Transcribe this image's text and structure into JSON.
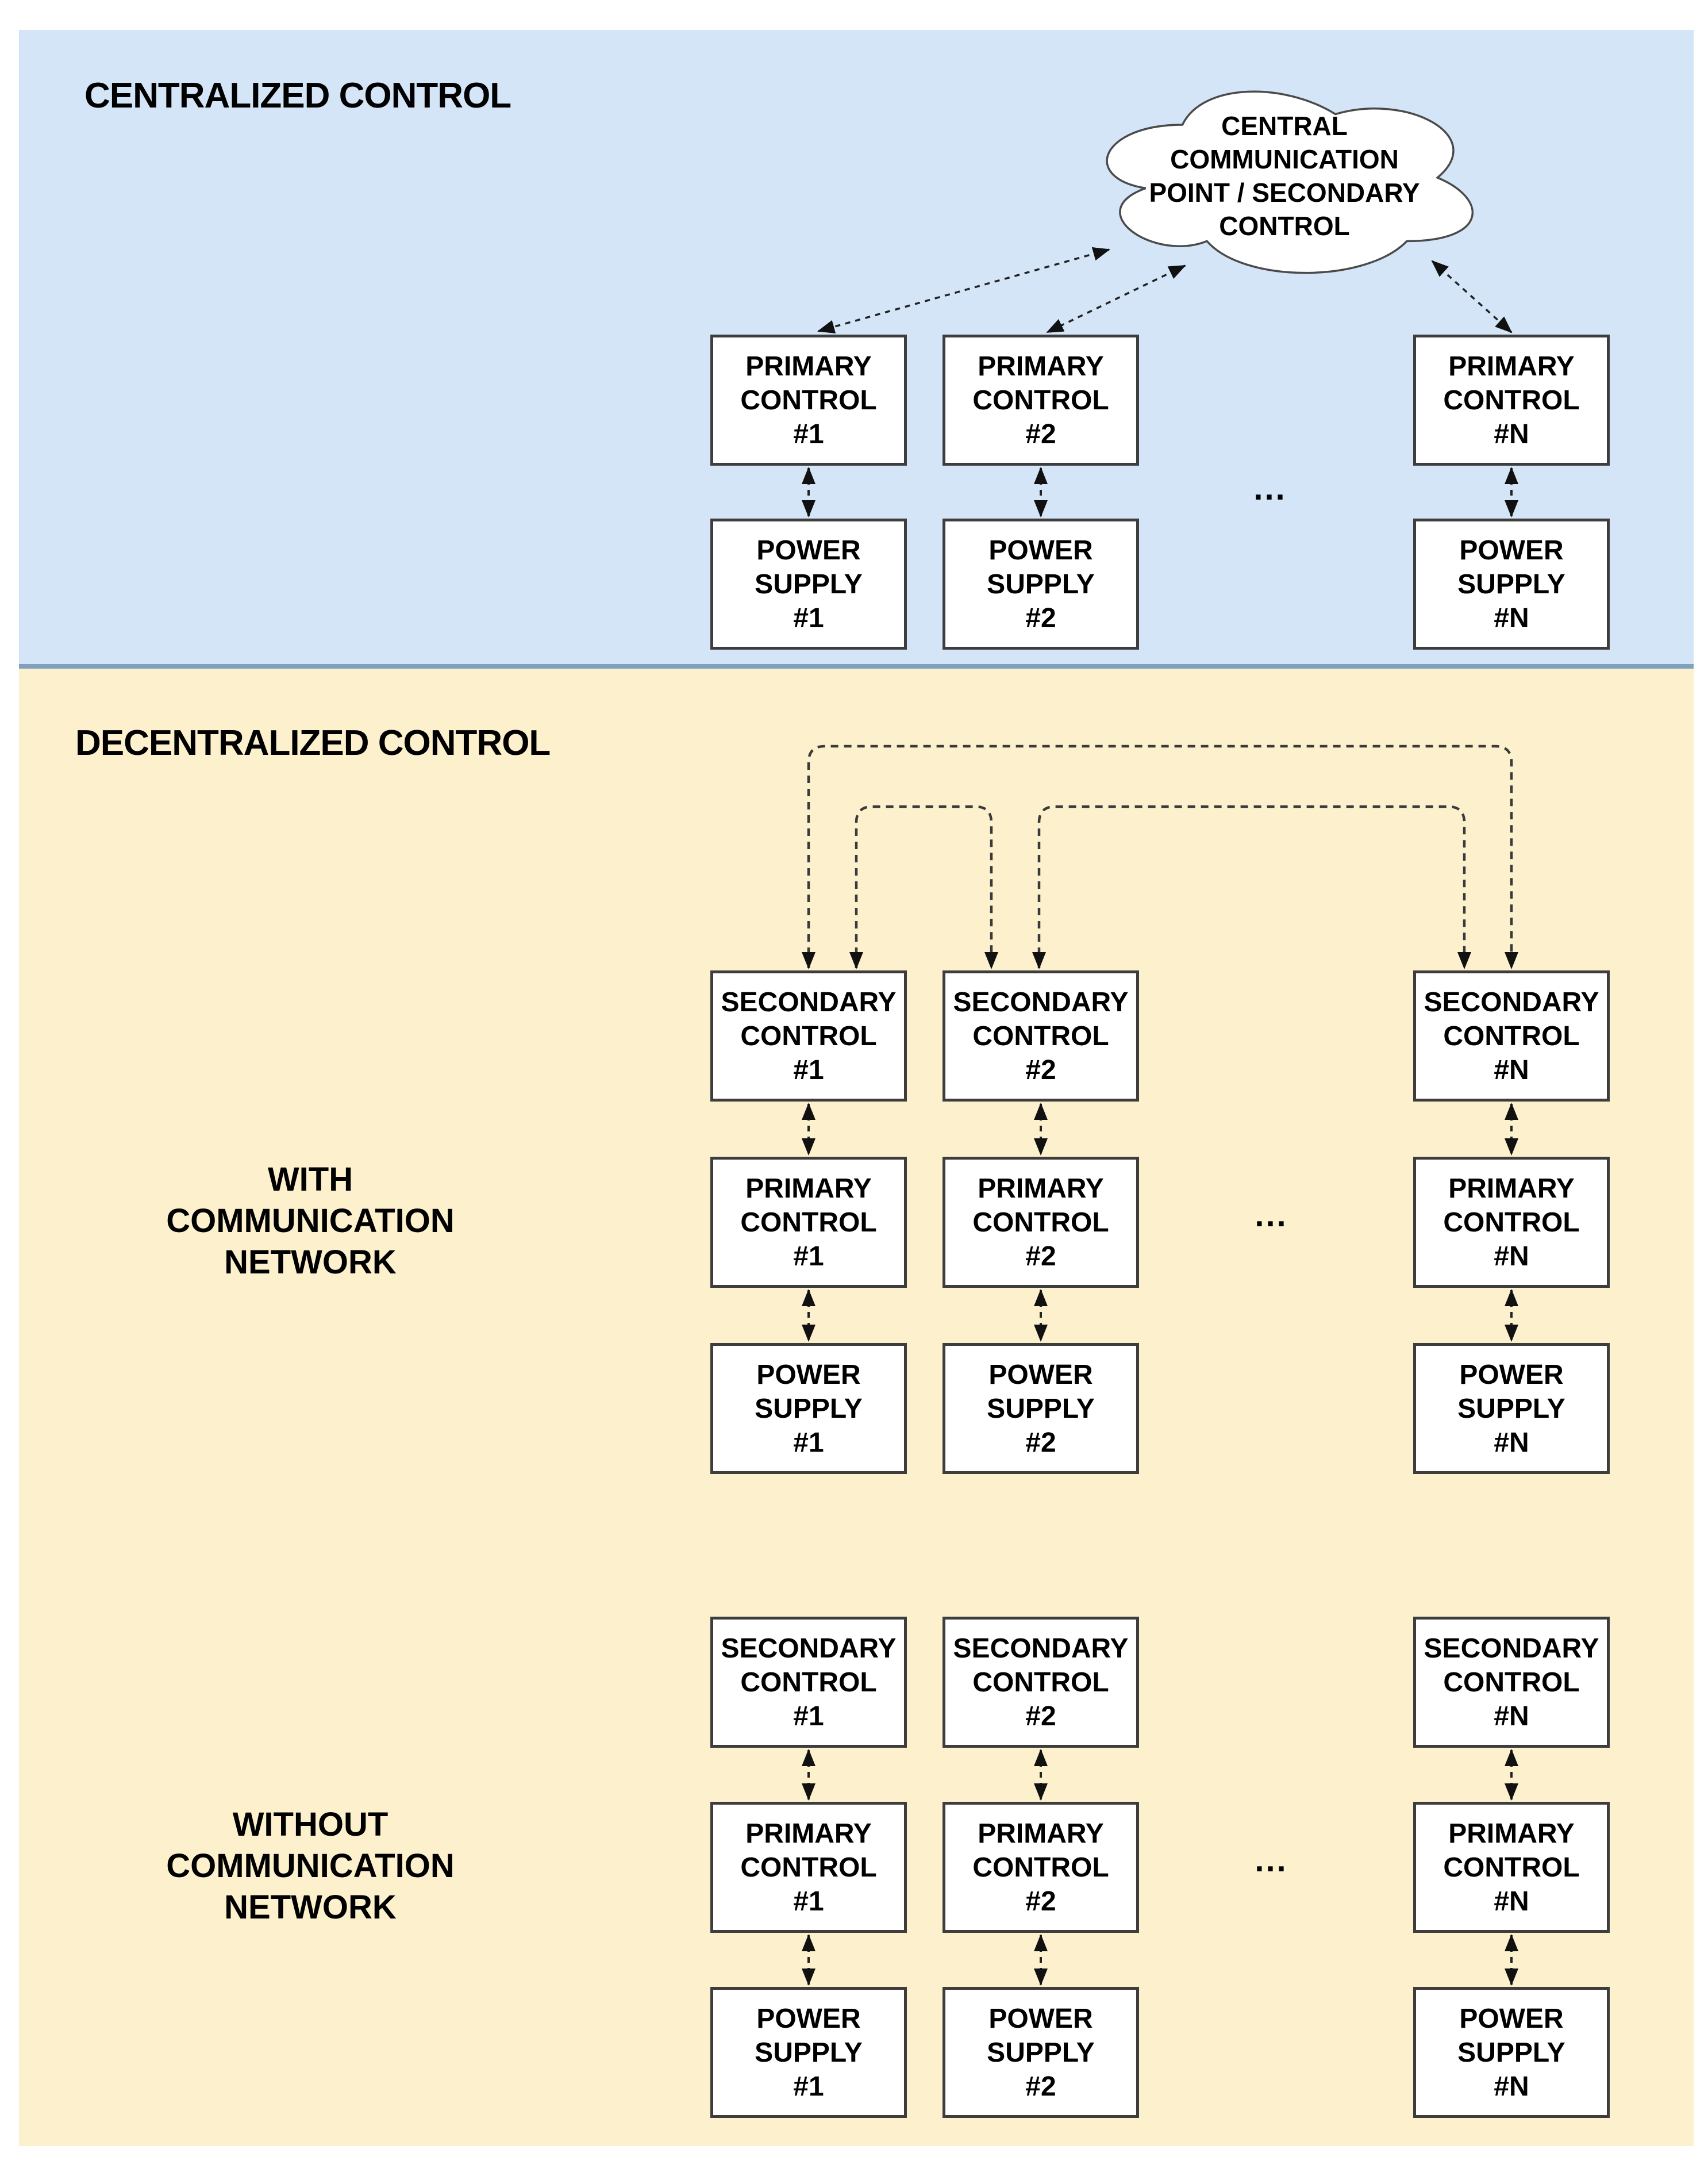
{
  "colors": {
    "centralized_bg": "#d4e5f8",
    "decentralized_bg": "#fcf0cd",
    "divider": "#7fa0bf",
    "box_border": "#3d3d3d",
    "box_fill": "#ffffff",
    "arrow": "#222222",
    "text": "#000000"
  },
  "centralized": {
    "title": "CENTRALIZED CONTROL",
    "cloud": {
      "label": "CENTRAL\nCOMMUNICATION\nPOINT / SECONDARY\nCONTROL"
    },
    "ellipsis": "...",
    "primary_boxes": [
      {
        "label": "PRIMARY\nCONTROL\n#1"
      },
      {
        "label": "PRIMARY\nCONTROL\n#2"
      },
      {
        "label": "PRIMARY\nCONTROL\n#N"
      }
    ],
    "power_boxes": [
      {
        "label": "POWER\nSUPPLY\n#1"
      },
      {
        "label": "POWER\nSUPPLY\n#2"
      },
      {
        "label": "POWER\nSUPPLY\n#N"
      }
    ]
  },
  "decentralized": {
    "title": "DECENTRALIZED CONTROL",
    "with_network": {
      "side_label": "WITH\nCOMMUNICATION\nNETWORK",
      "ellipsis": "...",
      "secondary_boxes": [
        {
          "label": "SECONDARY\nCONTROL\n#1"
        },
        {
          "label": "SECONDARY\nCONTROL\n#2"
        },
        {
          "label": "SECONDARY\nCONTROL\n#N"
        }
      ],
      "primary_boxes": [
        {
          "label": "PRIMARY\nCONTROL\n#1"
        },
        {
          "label": "PRIMARY\nCONTROL\n#2"
        },
        {
          "label": "PRIMARY\nCONTROL\n#N"
        }
      ],
      "power_boxes": [
        {
          "label": "POWER\nSUPPLY\n#1"
        },
        {
          "label": "POWER\nSUPPLY\n#2"
        },
        {
          "label": "POWER\nSUPPLY\n#N"
        }
      ]
    },
    "without_network": {
      "side_label": "WITHOUT\nCOMMUNICATION\nNETWORK",
      "ellipsis": "...",
      "secondary_boxes": [
        {
          "label": "SECONDARY\nCONTROL\n#1"
        },
        {
          "label": "SECONDARY\nCONTROL\n#2"
        },
        {
          "label": "SECONDARY\nCONTROL\n#N"
        }
      ],
      "primary_boxes": [
        {
          "label": "PRIMARY\nCONTROL\n#1"
        },
        {
          "label": "PRIMARY\nCONTROL\n#2"
        },
        {
          "label": "PRIMARY\nCONTROL\n#N"
        }
      ],
      "power_boxes": [
        {
          "label": "POWER\nSUPPLY\n#1"
        },
        {
          "label": "POWER\nSUPPLY\n#2"
        },
        {
          "label": "POWER\nSUPPLY\n#N"
        }
      ]
    }
  }
}
